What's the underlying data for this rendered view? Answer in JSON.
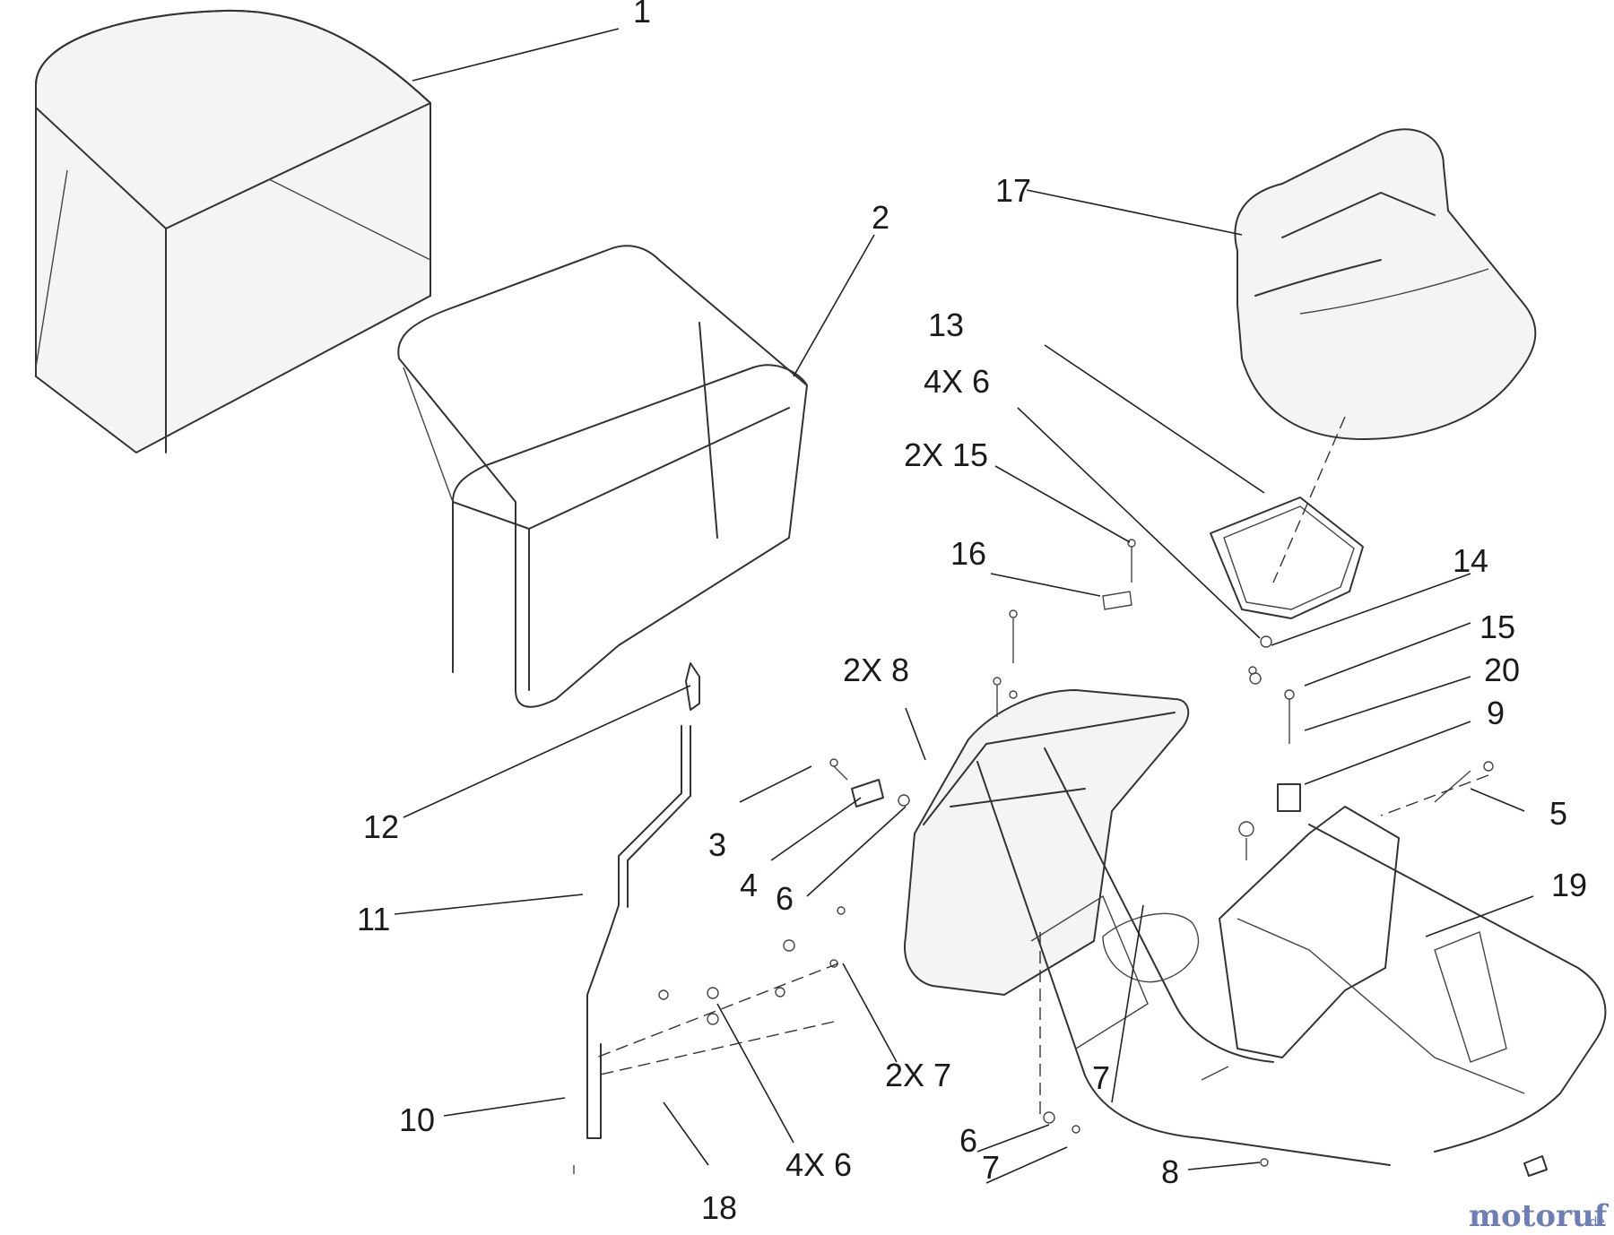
{
  "callouts": [
    {
      "id": "c1",
      "text": "1"
    },
    {
      "id": "c2",
      "text": "2"
    },
    {
      "id": "c3",
      "text": "3"
    },
    {
      "id": "c4",
      "text": "4"
    },
    {
      "id": "c5",
      "text": "5"
    },
    {
      "id": "c6a",
      "text": "6"
    },
    {
      "id": "c6b",
      "text": "6"
    },
    {
      "id": "c7a",
      "text": "7"
    },
    {
      "id": "c7b",
      "text": "7"
    },
    {
      "id": "c8",
      "text": "8"
    },
    {
      "id": "c9",
      "text": "9"
    },
    {
      "id": "c10",
      "text": "10"
    },
    {
      "id": "c11",
      "text": "11"
    },
    {
      "id": "c12",
      "text": "12"
    },
    {
      "id": "c13",
      "text": "13"
    },
    {
      "id": "c14",
      "text": "14"
    },
    {
      "id": "c15",
      "text": "15"
    },
    {
      "id": "c16",
      "text": "16"
    },
    {
      "id": "c17",
      "text": "17"
    },
    {
      "id": "c18",
      "text": "18"
    },
    {
      "id": "c19",
      "text": "19"
    },
    {
      "id": "c20",
      "text": "20"
    },
    {
      "id": "c4x6a",
      "text": "4X 6"
    },
    {
      "id": "c4x6b",
      "text": "4X 6"
    },
    {
      "id": "c2x15",
      "text": "2X 15"
    },
    {
      "id": "c2x8",
      "text": "2X 8"
    },
    {
      "id": "c2x7",
      "text": "2X 7"
    }
  ],
  "watermark": {
    "main": "motoruf",
    "suffix": ".de"
  }
}
